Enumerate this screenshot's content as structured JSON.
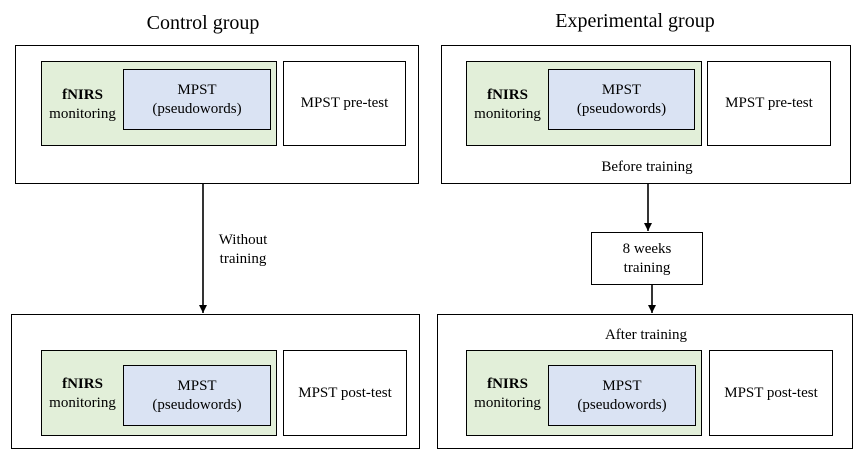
{
  "control": {
    "title": "Control group",
    "pre": {
      "fnirs_bold": "fNIRS",
      "fnirs_text": "monitoring",
      "mpst_line1": "MPST",
      "mpst_line2": "(pseudowords)",
      "test_label": "MPST pre-test"
    },
    "transition_line1": "Without",
    "transition_line2": "training",
    "post": {
      "fnirs_bold": "fNIRS",
      "fnirs_text": "monitoring",
      "mpst_line1": "MPST",
      "mpst_line2": "(pseudowords)",
      "test_label": "MPST post-test"
    }
  },
  "experimental": {
    "title": "Experimental group",
    "pre": {
      "fnirs_bold": "fNIRS",
      "fnirs_text": "monitoring",
      "mpst_line1": "MPST",
      "mpst_line2": "(pseudowords)",
      "test_label": "MPST pre-test",
      "caption": "Before training"
    },
    "training_line1": "8 weeks",
    "training_line2": "training",
    "post": {
      "caption": "After training",
      "fnirs_bold": "fNIRS",
      "fnirs_text": "monitoring",
      "mpst_line1": "MPST",
      "mpst_line2": "(pseudowords)",
      "test_label": "MPST post-test"
    }
  }
}
